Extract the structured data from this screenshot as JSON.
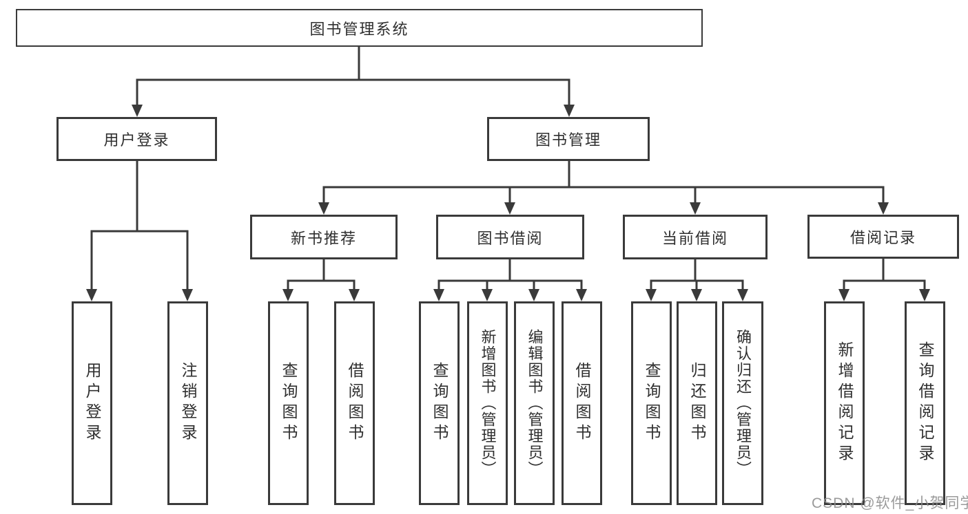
{
  "diagram": {
    "root": {
      "label": "图书管理系统"
    },
    "level2": [
      {
        "label": "用户登录"
      },
      {
        "label": "图书管理"
      }
    ],
    "level3": [
      {
        "label": "新书推荐"
      },
      {
        "label": "图书借阅"
      },
      {
        "label": "当前借阅"
      },
      {
        "label": "借阅记录"
      }
    ],
    "leaves": [
      {
        "label": "用户登录",
        "parent": "用户登录"
      },
      {
        "label": "注销登录",
        "parent": "用户登录"
      },
      {
        "label": "查询图书",
        "parent": "新书推荐"
      },
      {
        "label": "借阅图书",
        "parent": "新书推荐"
      },
      {
        "label": "查询图书",
        "parent": "图书借阅"
      },
      {
        "label": "新增图书（管理员）",
        "parent": "图书借阅"
      },
      {
        "label": "编辑图书（管理员）",
        "parent": "图书借阅"
      },
      {
        "label": "借阅图书",
        "parent": "图书借阅"
      },
      {
        "label": "查询图书",
        "parent": "当前借阅"
      },
      {
        "label": "归还图书",
        "parent": "当前借阅"
      },
      {
        "label": "确认归还（管理员）",
        "parent": "当前借阅"
      },
      {
        "label": "新增借阅记录",
        "parent": "借阅记录"
      },
      {
        "label": "查询借阅记录",
        "parent": "借阅记录"
      }
    ],
    "colors": {
      "line": "#3a3a3a",
      "text": "#2f2f2f",
      "background": "#ffffff",
      "watermark": "#8c8c8c"
    }
  },
  "watermark": {
    "text": "CSDN @软件_小贺同学"
  }
}
